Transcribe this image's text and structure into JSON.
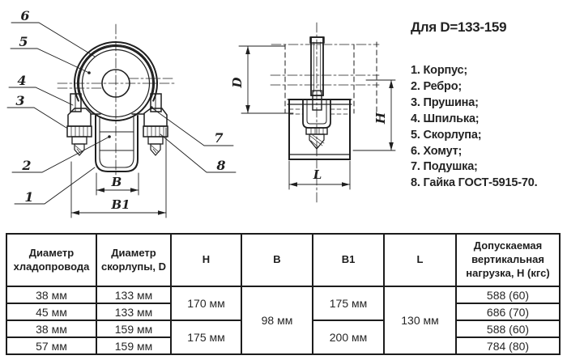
{
  "figure": {
    "title": "Для D=133-159",
    "parts": [
      "1. Корпус;",
      "2. Ребро;",
      "3. Прушина;",
      "4. Шпилька;",
      "5. Скорлупа;",
      "6. Хомут;",
      "7. Подушка;",
      "8. Гайка ГОСТ-5915-70."
    ],
    "callouts": [
      "1",
      "2",
      "3",
      "4",
      "5",
      "6",
      "7",
      "8"
    ],
    "dims": {
      "B": "В",
      "B1": "В1",
      "D": "D",
      "H": "Н",
      "L": "L"
    }
  },
  "table": {
    "headers": [
      "Диаметр хладопровода",
      "Диаметр скорлупы, D",
      "Н",
      "В",
      "В1",
      "L",
      "Допускаемая вертикальная нагрузка, Н (кгс)"
    ],
    "rows": [
      {
        "pipe_d": "38 мм",
        "shell_d": "133 мм",
        "H": "170 мм",
        "B": "98 мм",
        "B1": "175 мм",
        "L": "130 мм",
        "load": "588 (60)"
      },
      {
        "pipe_d": "45 мм",
        "shell_d": "133 мм",
        "load": "686 (70)"
      },
      {
        "pipe_d": "38 мм",
        "shell_d": "159 мм",
        "H": "175 мм",
        "B1": "200 мм",
        "load": "588 (60)"
      },
      {
        "pipe_d": "57 мм",
        "shell_d": "159 мм",
        "load": "784 (80)"
      }
    ]
  }
}
